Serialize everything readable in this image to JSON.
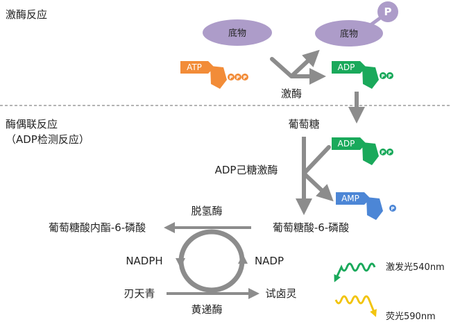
{
  "sections": {
    "kinase": "激酶反应",
    "coupled_line1": "酶偶联反应",
    "coupled_line2": "（ADP检测反应）"
  },
  "molecules": {
    "substrate": "底物",
    "substrate_p": "底物",
    "atp": "ATP",
    "adp_top": "ADP",
    "adp_mid": "ADP",
    "amp": "AMP",
    "phosphate": "P"
  },
  "labels": {
    "kinase_enzyme": "激酶",
    "glucose": "葡萄糖",
    "adp_hexokinase": "ADP己糖激酶",
    "g6p": "葡萄糖酸-6-磷酸",
    "lactone": "葡萄糖酸内酯-6-磷酸",
    "dehydrogenase": "脱氢酶",
    "nadph": "NADPH",
    "nadp": "NADP",
    "resazurin": "刃天青",
    "resorufin": "试卤灵",
    "diaphorase": "黄递酶",
    "excitation": "激发光540nm",
    "emission": "荧光590nm"
  },
  "colors": {
    "orange": "#f28c38",
    "green": "#1aa95b",
    "blue": "#4c86d6",
    "lavender": "#ad9cc9",
    "gray": "#8c8c8c"
  }
}
